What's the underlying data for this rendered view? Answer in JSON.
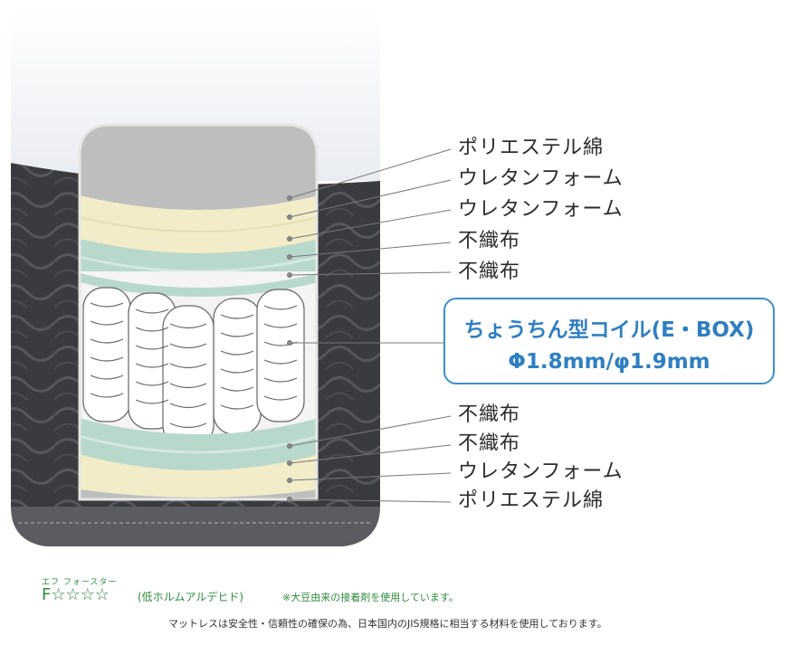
{
  "layers_top": [
    {
      "label": "ポリエステル綿"
    },
    {
      "label": "ウレタンフォーム"
    },
    {
      "label": "ウレタンフォーム"
    },
    {
      "label": "不織布"
    },
    {
      "label": "不織布"
    }
  ],
  "coil": {
    "line1": "ちょうちん型コイル(E・BOX)",
    "line2": "Φ1.8mm/φ1.9mm"
  },
  "layers_bottom": [
    {
      "label": "不織布"
    },
    {
      "label": "不織布"
    },
    {
      "label": "ウレタンフォーム"
    },
    {
      "label": "ポリエステル綿"
    }
  ],
  "formaldehyde": {
    "reading": "エフ フォースター",
    "rating": "F☆☆☆☆",
    "description": "(低ホルムアルデヒド)",
    "note": "※大豆由来の接着剤を使用しています。"
  },
  "footer_note": "マットレスは安全性・信頼性の確保の為、日本国内のJIS規格に相当する材料を使用しております。",
  "colors": {
    "accent": "#3d8fc8",
    "green_text": "#2e8b3e",
    "cover_dark": "#3a3b3f",
    "cream_layer": "#f2ecc8",
    "mint_layer": "#b8d8cc",
    "grey_layer": "#bdbdbd"
  }
}
